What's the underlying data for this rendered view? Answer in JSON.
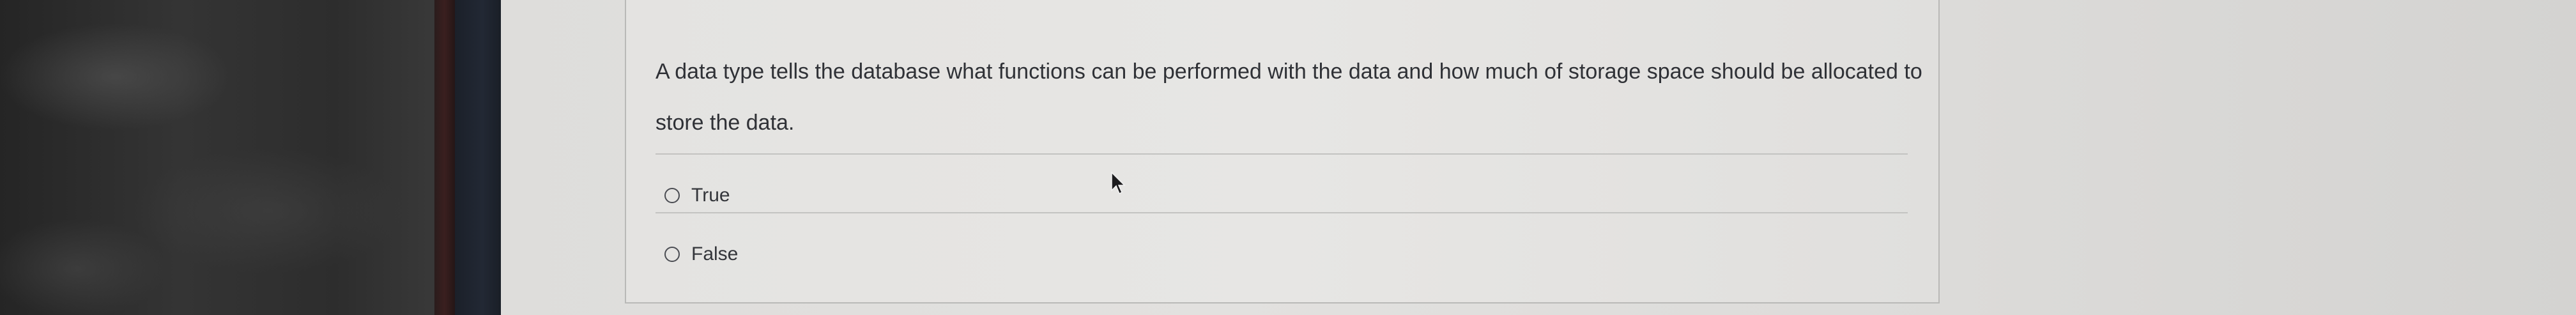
{
  "question": {
    "text": "A data type tells the database what functions can be performed with the data and how much of storage space should be allocated to store the data."
  },
  "options": [
    {
      "label": "True",
      "selected": false
    },
    {
      "label": "False",
      "selected": false
    }
  ],
  "icons": {
    "radio": "radio-unchecked-icon",
    "cursor": "mouse-pointer-icon"
  }
}
